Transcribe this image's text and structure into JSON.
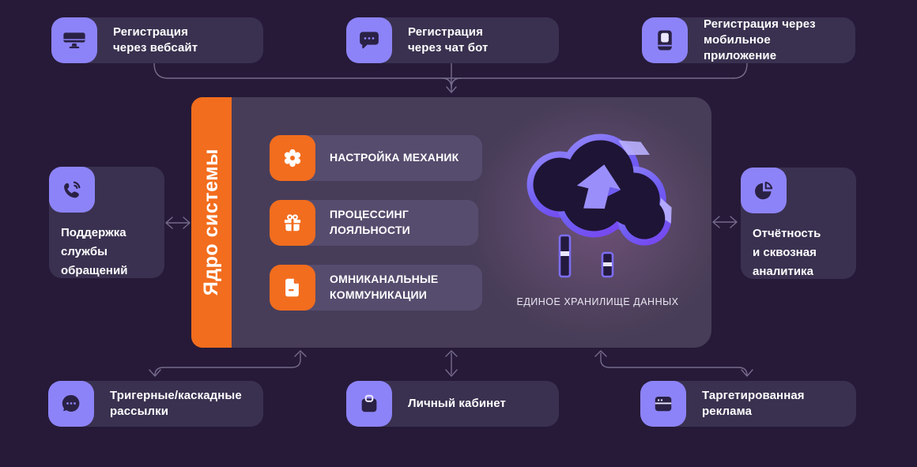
{
  "colors": {
    "background": "#261a38",
    "node_background": "#3a3150",
    "icon_tile": "#8d83f8",
    "accent_orange": "#f26d1e",
    "panel_background": "#473d59",
    "module_background": "#564c6e",
    "connector": "#7e7494",
    "text": "#ffffff",
    "cloud_violet": "#7c6ef3"
  },
  "top_row": [
    {
      "label": "Регистрация\nчерез вебсайт",
      "icon": "monitor-icon"
    },
    {
      "label": "Регистрация\nчерез чат бот",
      "icon": "chat-square-icon"
    },
    {
      "label": "Регистрация через\nмобильное приложение",
      "icon": "mobile-icon"
    }
  ],
  "core": {
    "sidebar_label": "Ядро системы",
    "modules": [
      {
        "label": "НАСТРОЙКА МЕХАНИК",
        "icon": "flower-gear-icon"
      },
      {
        "label": "ПРОЦЕССИНГ ЛОЯЛЬНОСТИ",
        "icon": "gift-icon"
      },
      {
        "label": "ОМНИКАНАЛЬНЫЕ\nКОММУНИКАЦИИ",
        "icon": "document-icon"
      }
    ],
    "storage_caption": "ЕДИНОЕ ХРАНИЛИЩЕ ДАННЫХ",
    "storage_illustration": "cloud-upload-illustration"
  },
  "left_node": {
    "label": "Поддержка\nслужбы\nобращений",
    "icon": "phone-call-icon"
  },
  "right_node": {
    "label": "Отчётность\nи сквозная\nаналитика",
    "icon": "pie-chart-icon"
  },
  "bottom_row": [
    {
      "label": "Тригерные/каскадные\nрассылки",
      "icon": "chat-round-icon"
    },
    {
      "label": "Личный кабинет",
      "icon": "bag-icon"
    },
    {
      "label": "Таргетированная\nреклама",
      "icon": "browser-window-icon"
    }
  ]
}
